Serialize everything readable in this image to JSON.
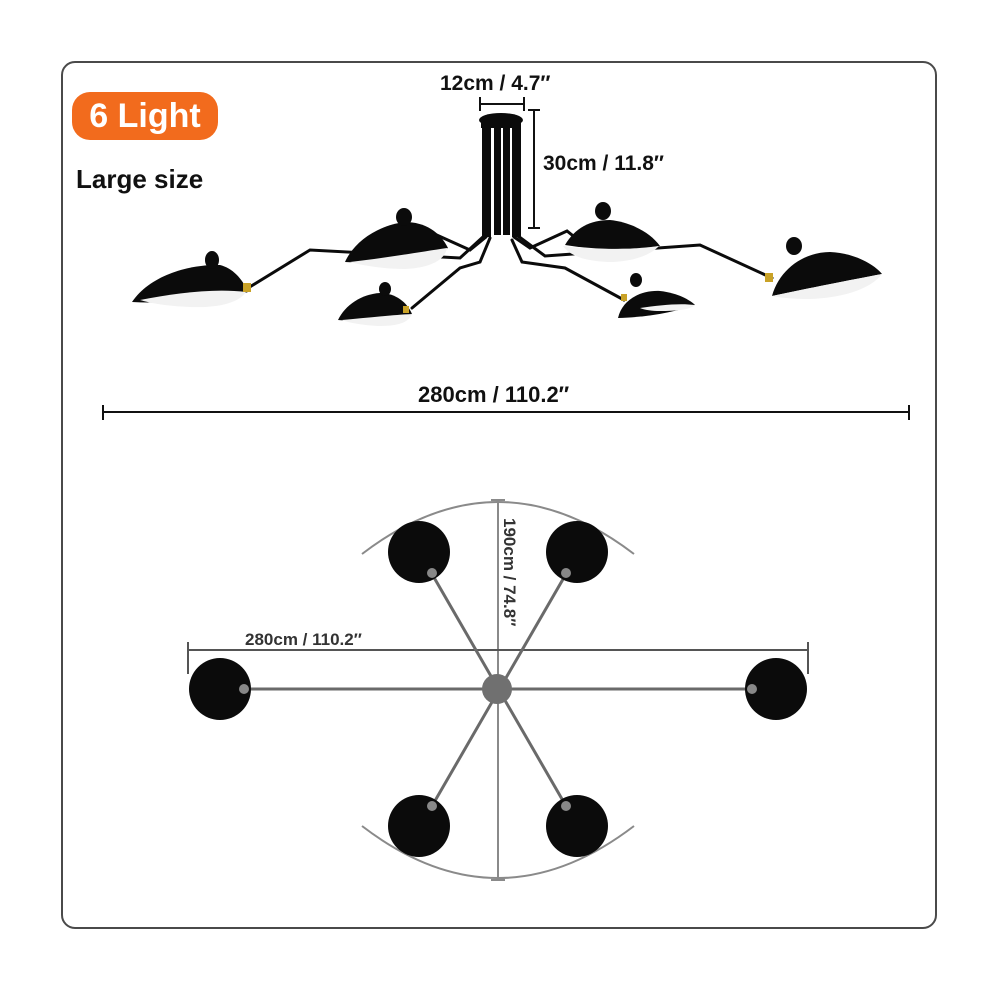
{
  "badge": {
    "label": "6 Light",
    "color": "#f26b1d"
  },
  "subtitle": "Large size",
  "side_view": {
    "canopy_width": "12cm / 4.7″",
    "stem_height": "30cm / 11.8″",
    "total_width": "280cm / 110.2″"
  },
  "top_view": {
    "width": "280cm / 110.2″",
    "depth": "190cm / 74.8″"
  },
  "colors": {
    "shade": "#0b0b0b",
    "brass": "#c9a227",
    "rod": "#555555",
    "arc": "#8a8a8a"
  }
}
